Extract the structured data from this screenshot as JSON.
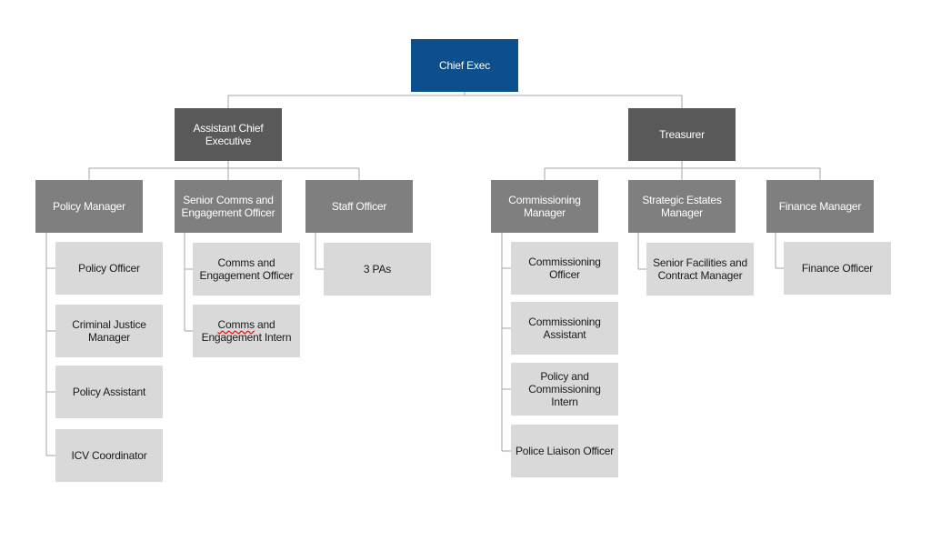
{
  "colors": {
    "chief": "#0b4f8c",
    "level2": "#595959",
    "level3": "#7f7f7f",
    "level4": "#d9d9d9",
    "connector": "#a6a6a6"
  },
  "chief": {
    "title": "Chief Exec"
  },
  "level2": {
    "assistant_chief": {
      "line1": "Assistant Chief",
      "line2": "Executive"
    },
    "treasurer": {
      "title": "Treasurer"
    }
  },
  "managers": {
    "policy_manager": {
      "title": "Policy Manager"
    },
    "senior_comms": {
      "line1": "Senior Comms and",
      "line2": "Engagement Officer"
    },
    "staff_officer": {
      "title": "Staff Officer"
    },
    "commissioning_manager": {
      "line1": "Commissioning",
      "line2": "Manager"
    },
    "strategic_estates": {
      "line1": "Strategic Estates",
      "line2": "Manager"
    },
    "finance_manager": {
      "title": "Finance Manager"
    }
  },
  "staff": {
    "policy_officer": {
      "title": "Policy Officer"
    },
    "criminal_justice": {
      "line1": "Criminal Justice",
      "line2": "Manager"
    },
    "policy_assistant": {
      "title": "Policy Assistant"
    },
    "icv_coordinator": {
      "title": "ICV Coordinator"
    },
    "comms_officer": {
      "line1": "Comms and",
      "line2": "Engagement Officer"
    },
    "comms_intern": {
      "word1": "Comms",
      "word1_rest": " and",
      "line2": "Engagement Intern"
    },
    "three_pas": {
      "title": "3 PAs"
    },
    "commissioning_officer": {
      "line1": "Commissioning",
      "line2": "Officer"
    },
    "commissioning_assistant": {
      "line1": "Commissioning",
      "line2": "Assistant"
    },
    "policy_commissioning_intern": {
      "line1": "Policy and",
      "line2": "Commissioning Intern"
    },
    "police_liaison": {
      "title": "Police Liaison Officer"
    },
    "senior_facilities": {
      "line1": "Senior Facilities and",
      "line2": "Contract Manager"
    },
    "finance_officer": {
      "title": "Finance Officer"
    }
  }
}
